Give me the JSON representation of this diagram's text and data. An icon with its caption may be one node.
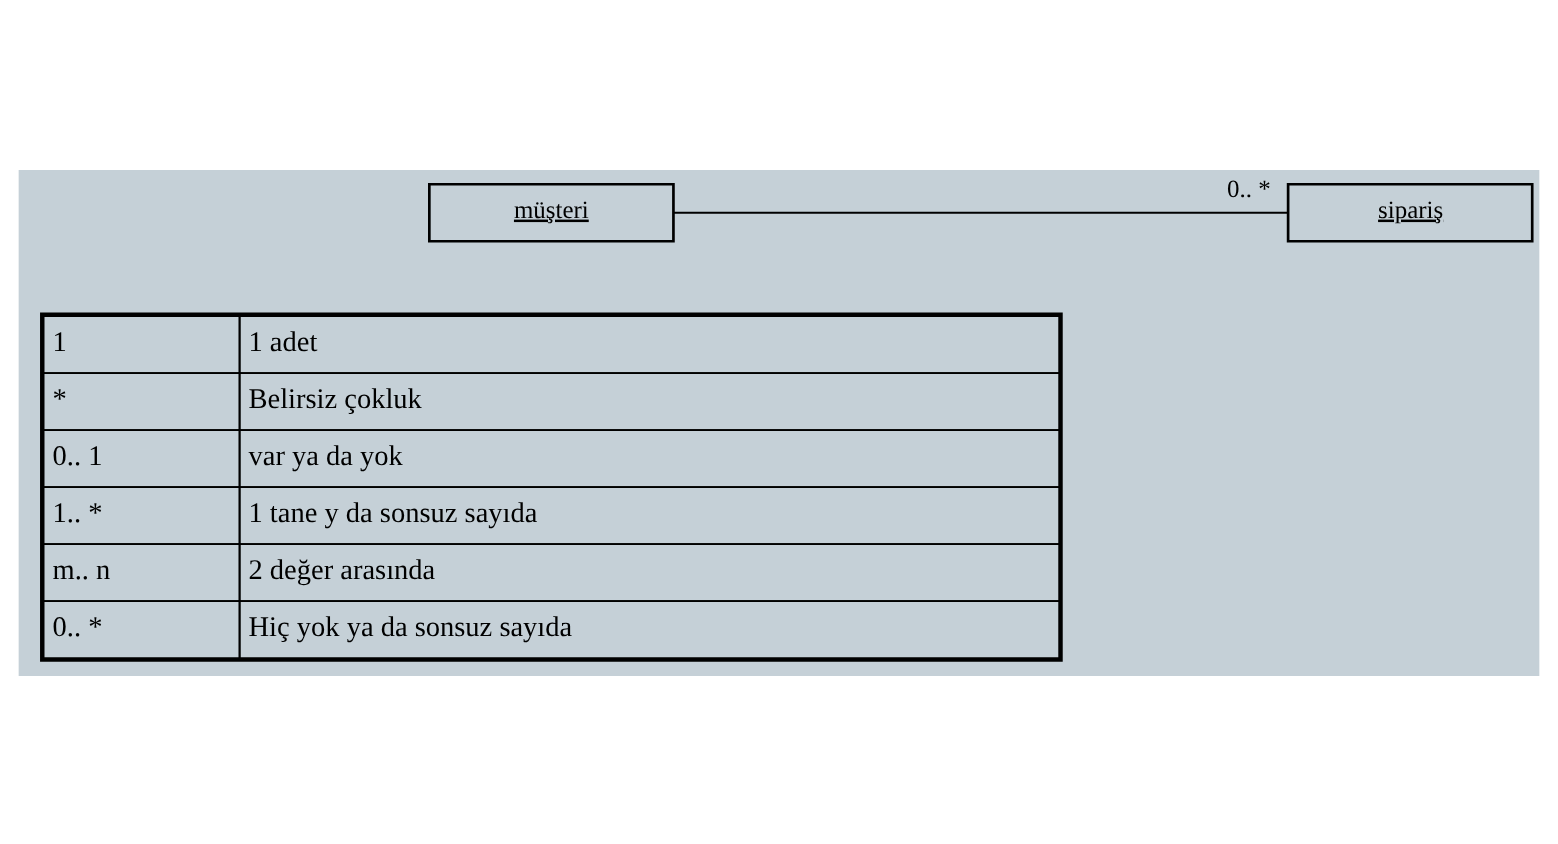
{
  "diagram": {
    "nodes": [
      {
        "text": [
          "müşteri"
        ]
      },
      {
        "text": [
          "sipariş"
        ]
      }
    ],
    "edges": [
      {
        "from": 0,
        "to": 1,
        "arrow": "none",
        "label": "0.. *"
      }
    ],
    "labels": [
      "1",
      "1 adet",
      "*",
      "Belirsiz çokluk",
      "0.. 1",
      "var ya da yok",
      "1.. *",
      "1 tane y da sonsuz sayıda",
      "m.. n",
      "2 değer arasında",
      "0.. *",
      "Hiç yok ya da sonsuz sayıda"
    ]
  }
}
